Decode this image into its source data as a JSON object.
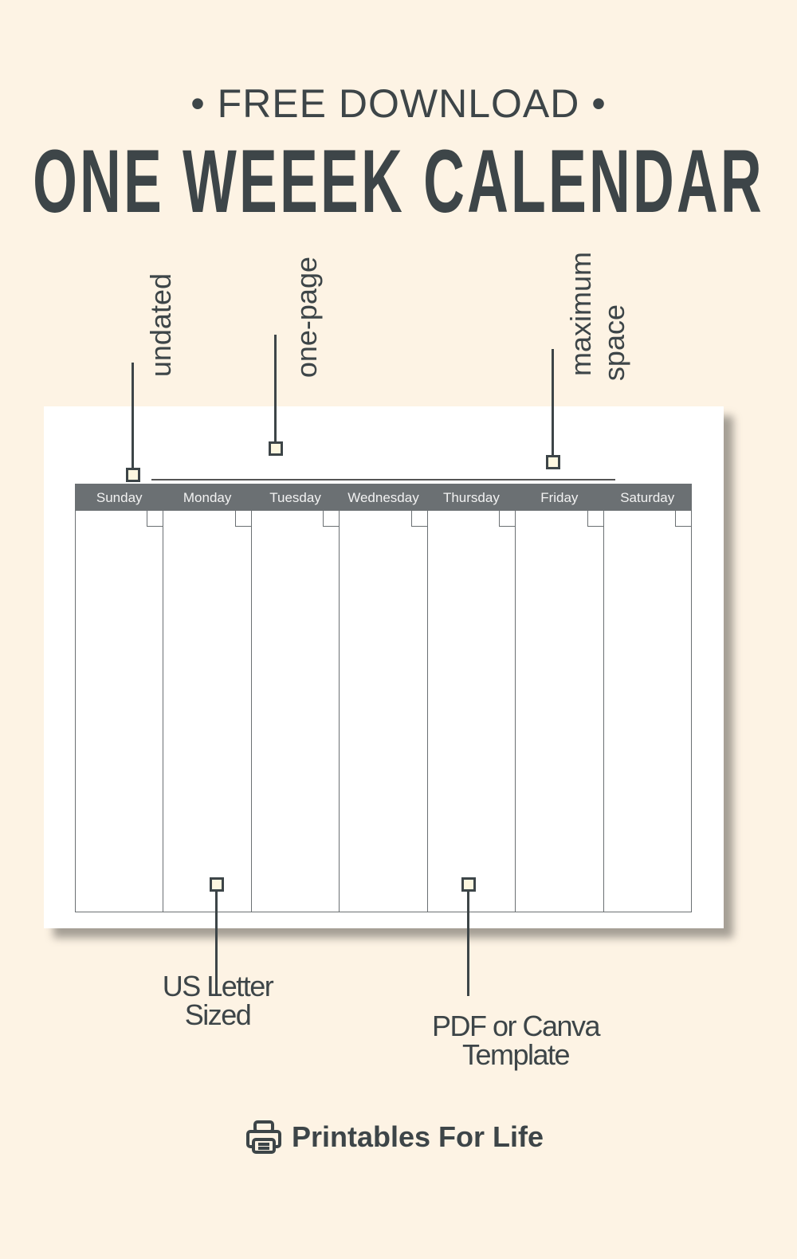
{
  "header": {
    "kicker": "• FREE DOWNLOAD •",
    "title": "ONE WEEEK CALENDAR"
  },
  "callouts": {
    "top": [
      "undated",
      "one-page",
      "maximum",
      "space"
    ],
    "bottom": [
      [
        "US Letter",
        "Sized"
      ],
      [
        "PDF or Canva",
        "Template"
      ]
    ]
  },
  "calendar": {
    "days": [
      "Sunday",
      "Monday",
      "Tuesday",
      "Wednesday",
      "Thursday",
      "Friday",
      "Saturday"
    ]
  },
  "brand": {
    "name": "Printables For Life",
    "icon": "printer-icon"
  },
  "colors": {
    "background": "#fdf3e4",
    "text": "#3d4548",
    "header": "#6b7073"
  }
}
